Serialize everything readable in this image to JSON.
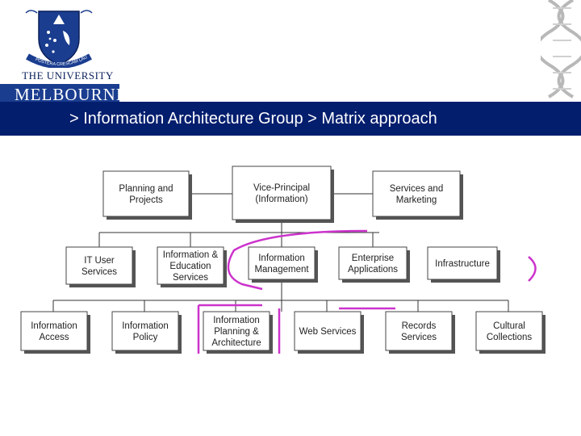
{
  "header": {
    "university_line1": "THE UNIVERSITY OF",
    "university_line2": "MELBOURNE",
    "crest_motto": "POSTERA CRESCAM LAUDE",
    "breadcrumb": "> Information Architecture Group > Matrix approach"
  },
  "org_chart": {
    "top": [
      {
        "lines": [
          "Planning and",
          "Projects"
        ]
      },
      {
        "lines": [
          "Vice-Principal",
          "(Information)"
        ]
      },
      {
        "lines": [
          "Services and",
          "Marketing"
        ]
      }
    ],
    "middle": [
      {
        "lines": [
          "IT User",
          "Services"
        ]
      },
      {
        "lines": [
          "Information &",
          "Education",
          "Services"
        ]
      },
      {
        "lines": [
          "Information",
          "Management"
        ]
      },
      {
        "lines": [
          "Enterprise",
          "Applications"
        ]
      },
      {
        "lines": [
          "Infrastructure"
        ]
      }
    ],
    "bottom": [
      {
        "lines": [
          "Information",
          "Access"
        ]
      },
      {
        "lines": [
          "Information",
          "Policy"
        ]
      },
      {
        "lines": [
          "Information",
          "Planning &",
          "Architecture"
        ]
      },
      {
        "lines": [
          "Web Services"
        ]
      },
      {
        "lines": [
          "Records",
          "Services"
        ]
      },
      {
        "lines": [
          "Cultural",
          "Collections"
        ]
      }
    ]
  },
  "colors": {
    "banner": "#041e6e",
    "highlight": "#cc33cc",
    "box_shadow": "#555555"
  }
}
